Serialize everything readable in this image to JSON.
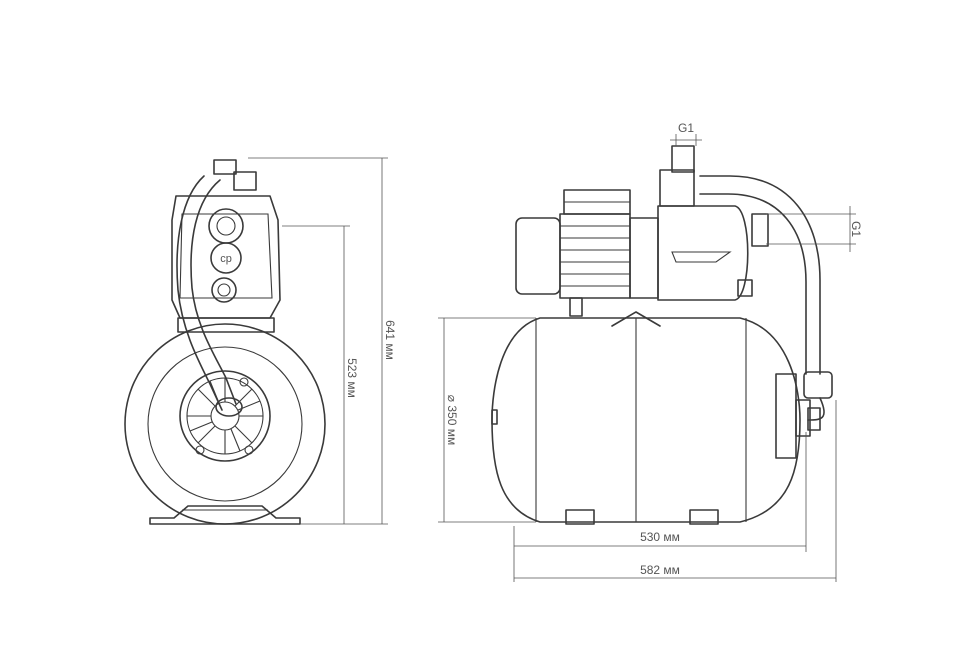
{
  "dimensions": {
    "total_height": "641 мм",
    "tank_height": "523 мм",
    "tank_diameter": "⌀ 350 мм",
    "tank_length": "530 мм",
    "total_length": "582 мм",
    "outlet_thread": "G1",
    "inlet_thread": "G1"
  },
  "colors": {
    "line": "#3a3a3a",
    "dimension": "#555555",
    "background": "#ffffff"
  }
}
